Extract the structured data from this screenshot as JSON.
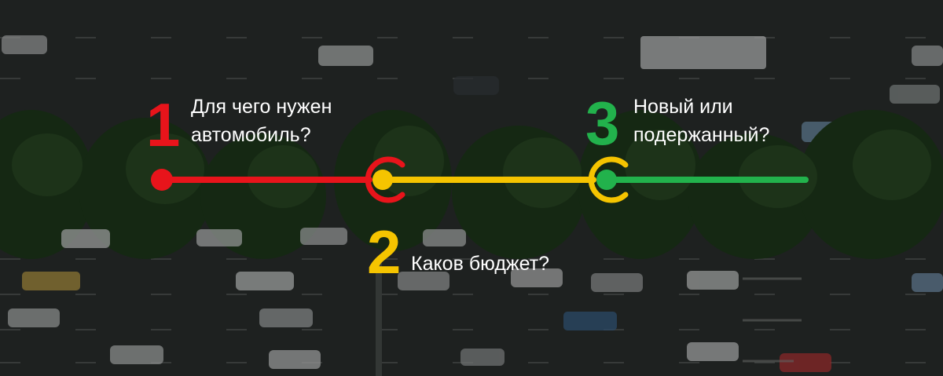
{
  "colors": {
    "step1": "#e8141b",
    "step2": "#f5c400",
    "step3": "#22b24c",
    "text": "#ffffff"
  },
  "background_description_icon": "aerial-highway-photo",
  "steps": [
    {
      "number": "1",
      "lines": [
        "Для чего нужен",
        "автомобиль?"
      ]
    },
    {
      "number": "2",
      "lines": [
        "Каков бюджет?"
      ]
    },
    {
      "number": "3",
      "lines": [
        "Новый или",
        "подержанный?"
      ]
    }
  ]
}
